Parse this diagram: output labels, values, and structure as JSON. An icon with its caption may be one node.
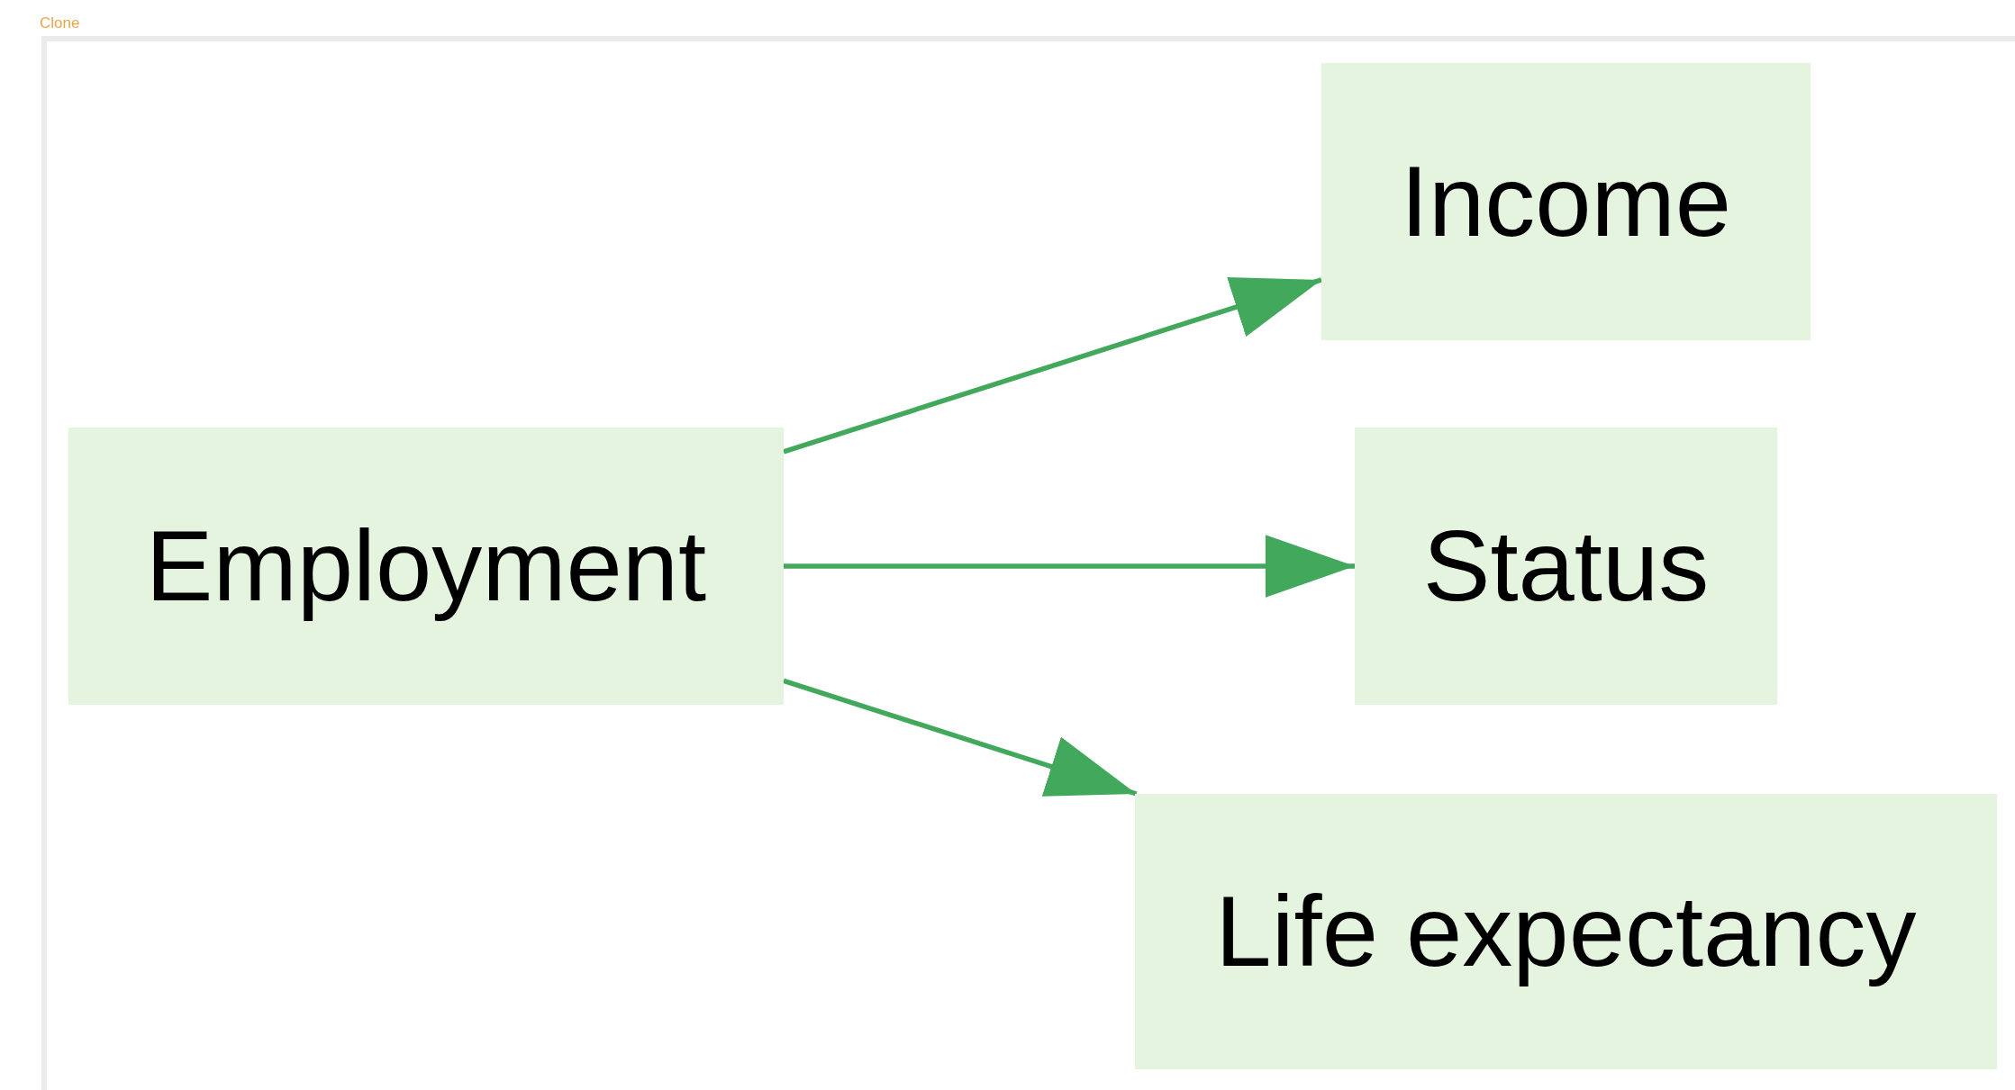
{
  "diagram": {
    "nodes": [
      {
        "text": [
          "Employment"
        ]
      },
      {
        "text": [
          "Income"
        ]
      },
      {
        "text": [
          "Status"
        ]
      },
      {
        "text": [
          "Life expectancy"
        ]
      }
    ],
    "edges": [
      {
        "from": 0,
        "to": 1,
        "arrow": "to"
      },
      {
        "from": 0,
        "to": 2,
        "arrow": "to"
      },
      {
        "from": 0,
        "to": 3,
        "arrow": "to"
      }
    ],
    "labels": [
      "Clone"
    ]
  }
}
